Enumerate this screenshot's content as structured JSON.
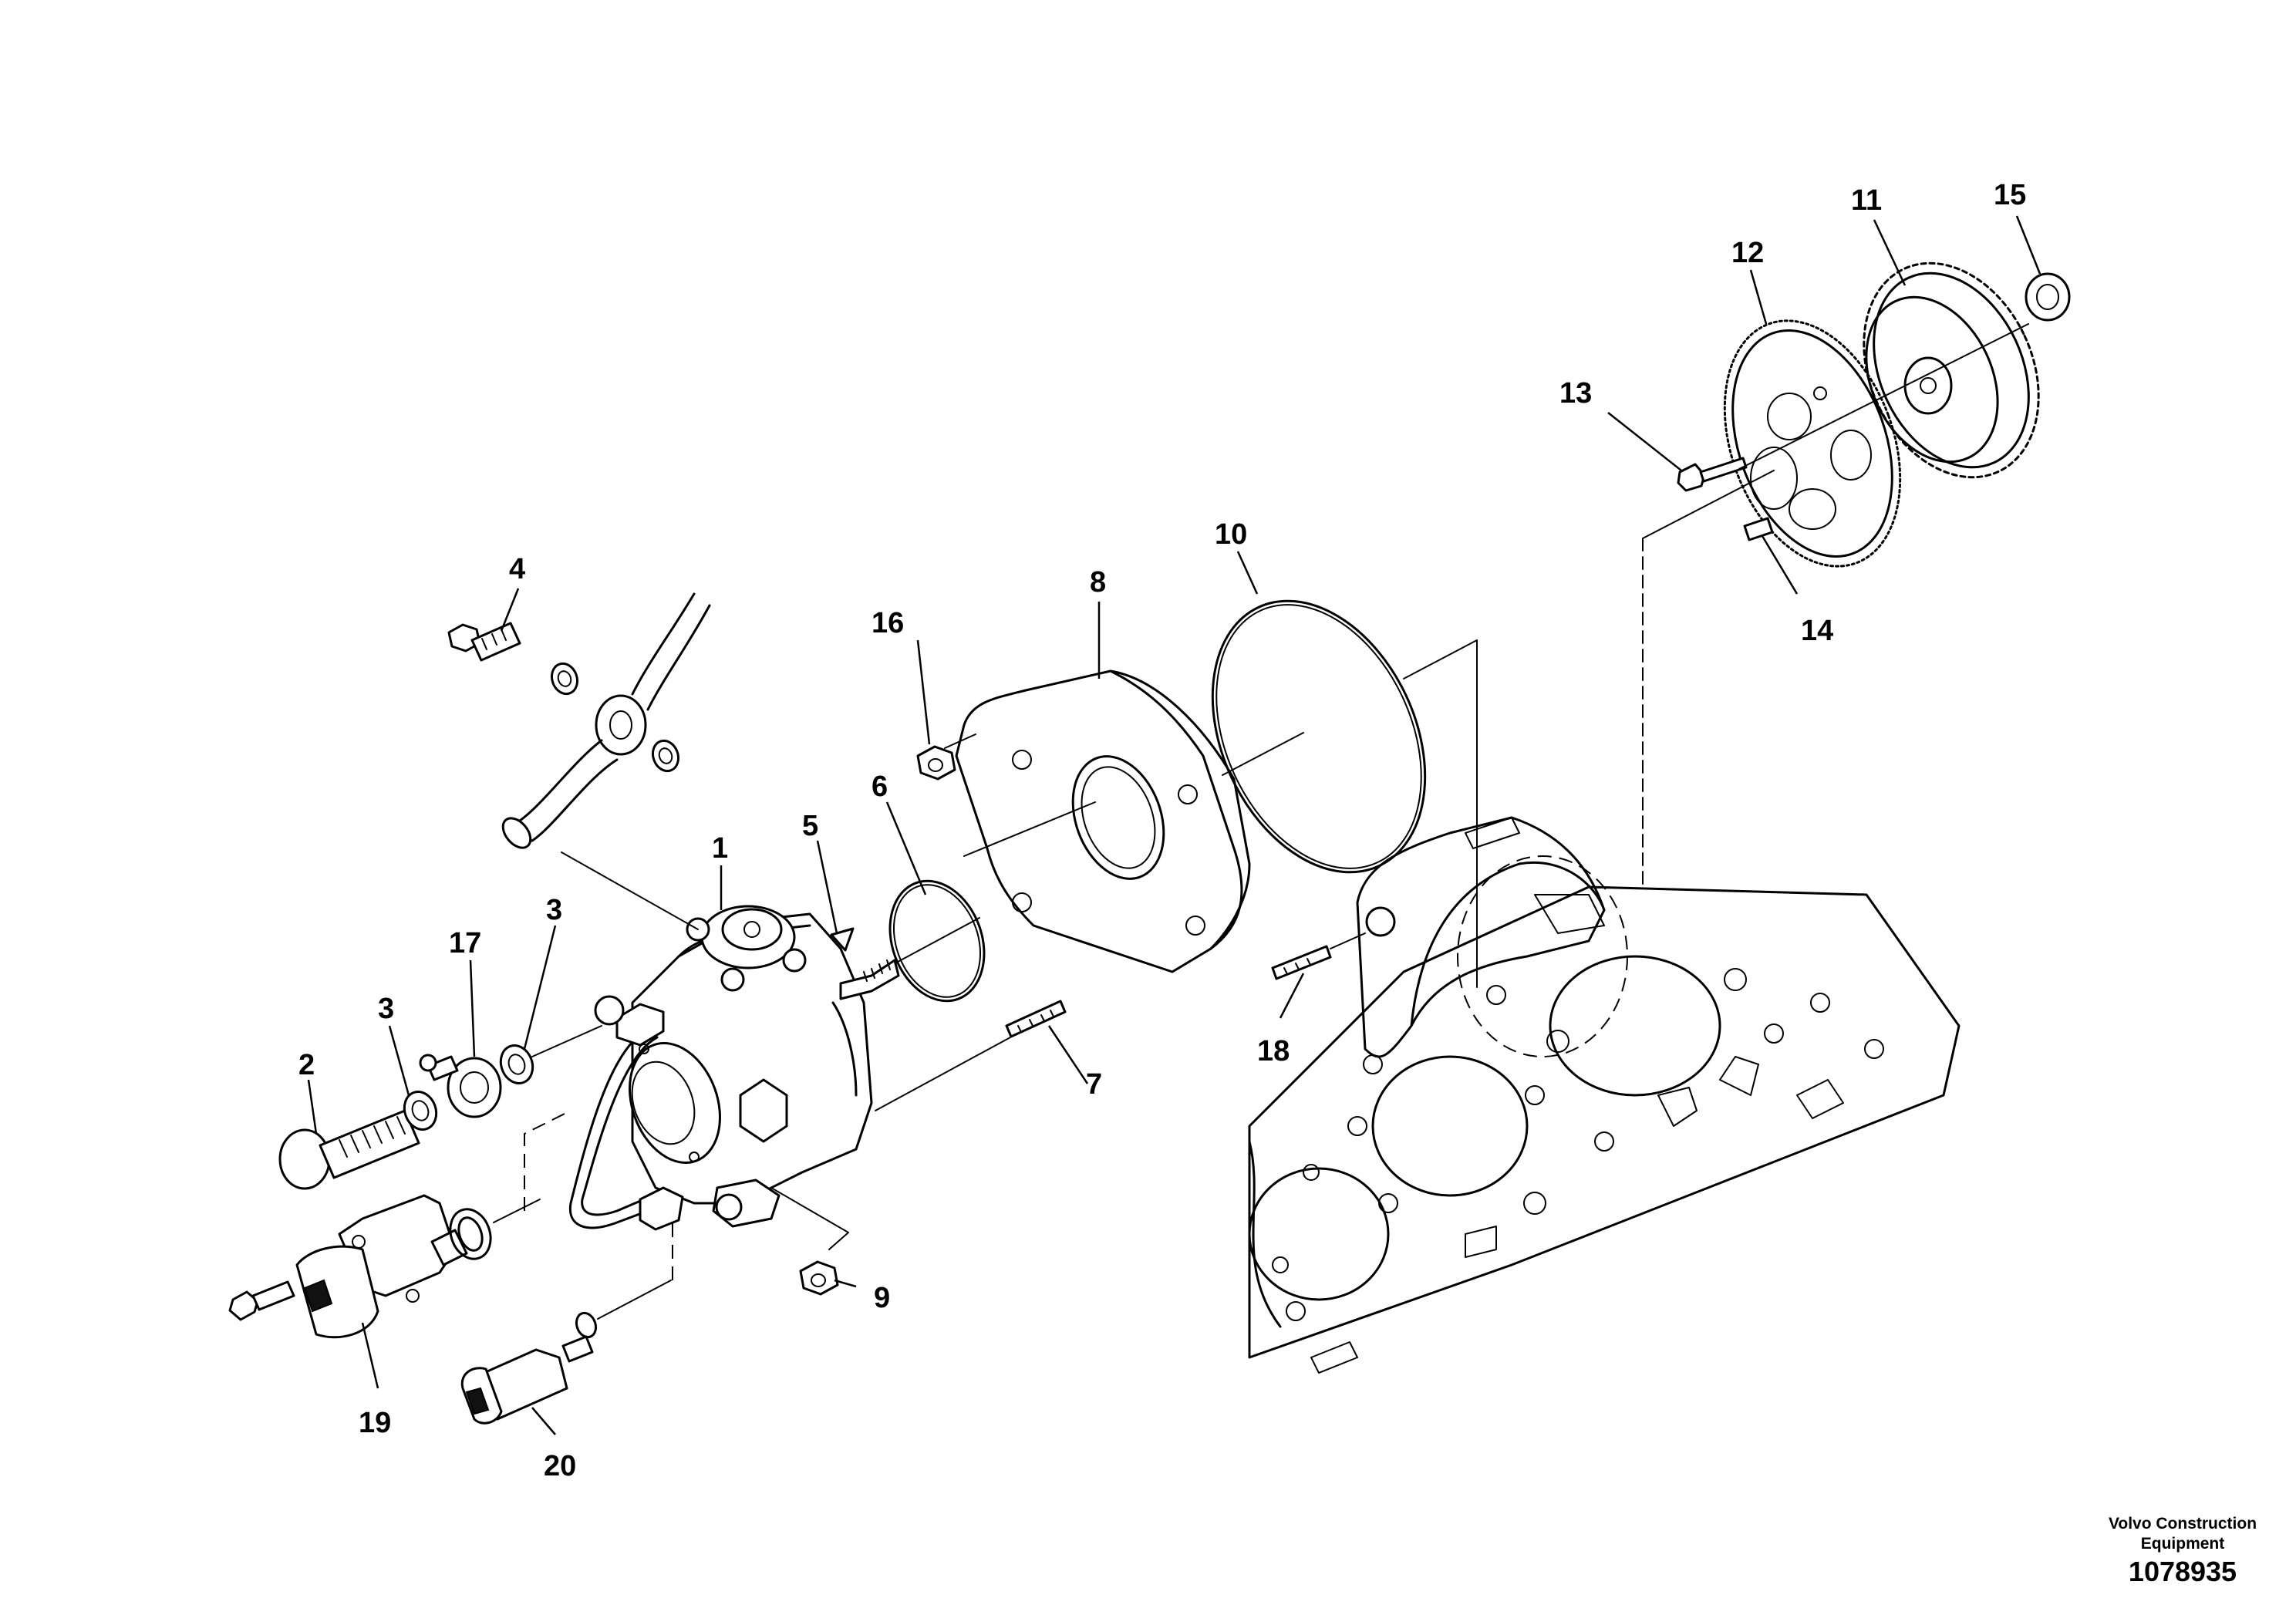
{
  "callouts": [
    "1",
    "2",
    "3",
    "3",
    "4",
    "5",
    "6",
    "7",
    "8",
    "9",
    "10",
    "11",
    "12",
    "13",
    "14",
    "15",
    "16",
    "17",
    "18",
    "19",
    "20"
  ],
  "footer": {
    "company_line1": "Volvo Construction",
    "company_line2": "Equipment",
    "document_id": "1078935"
  }
}
